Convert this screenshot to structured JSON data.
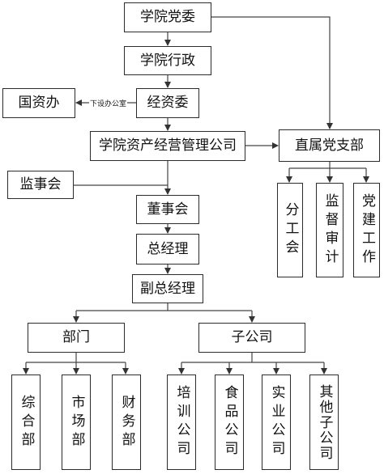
{
  "nodes": {
    "party_committee": "学院党委",
    "administration": "学院行政",
    "finance_committee": "经资委",
    "state_assets_office": "国资办",
    "asset_company": "学院资产经营管理公司",
    "direct_branch": "直属党支部",
    "supervisory_board": "监事会",
    "board": "董事会",
    "general_manager": "总经理",
    "deputy_gm": "副总经理",
    "departments": "部门",
    "subsidiaries": "子公司",
    "branch_union": "分工会",
    "branch_audit": "监督审计",
    "branch_party": "党建工作",
    "dept_general": "综合部",
    "dept_market": "市场部",
    "dept_finance": "财务部",
    "sub_training": "培训公司",
    "sub_food": "食品公司",
    "sub_industry": "实业公司",
    "sub_other": "其他子公司"
  },
  "edge_labels": {
    "office_under": "下设办公室"
  }
}
